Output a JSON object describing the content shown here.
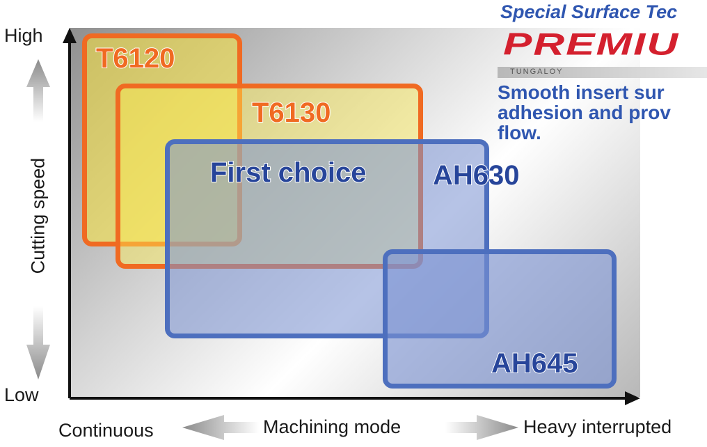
{
  "axes": {
    "y_title": "Cutting speed",
    "y_high": "High",
    "y_low": "Low",
    "x_title": "Machining mode",
    "x_left": "Continuous",
    "x_right": "Heavy interrupted"
  },
  "grades": [
    {
      "name": "T6120",
      "color": "#f06a22"
    },
    {
      "name": "T6130",
      "color": "#f06a22"
    },
    {
      "name": "AH630",
      "color": "#4d6fbe"
    },
    {
      "name": "AH645",
      "color": "#4d6fbe"
    }
  ],
  "first_choice": "First choice",
  "brand": {
    "heading": "Special Surface Tec",
    "logo": "PREMIU",
    "maker": "TUNGALOY",
    "desc_1": "Smooth insert sur",
    "desc_2": "adhesion and prov",
    "desc_3": "flow."
  },
  "colors": {
    "orange": "#f06a22",
    "blue": "#4d6fbe",
    "brand_blue": "#2f56b0",
    "brand_red": "#d4202e"
  }
}
